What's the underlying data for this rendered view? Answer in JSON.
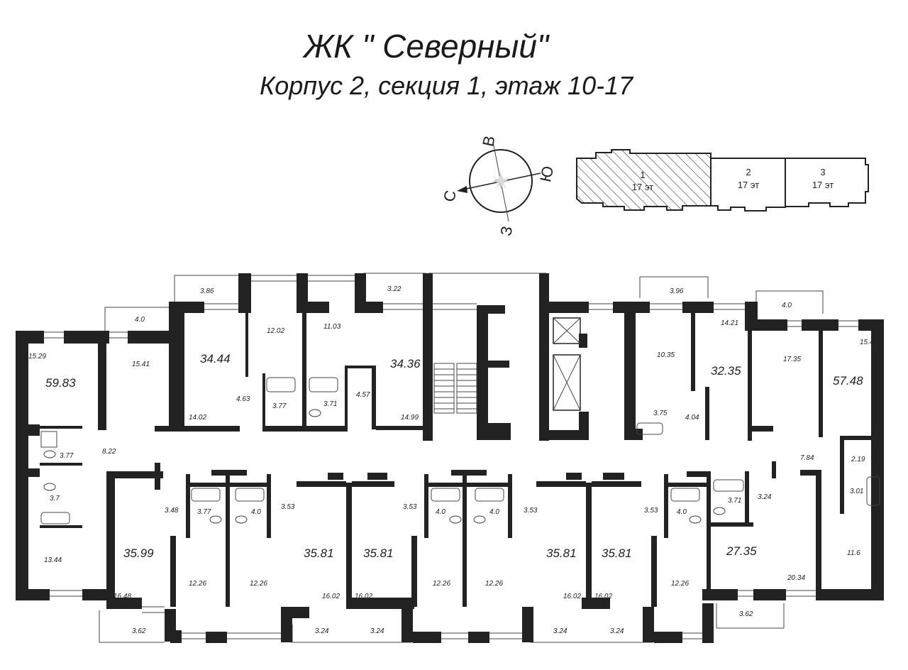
{
  "header": {
    "title": "ЖК \" Северный\"",
    "subtitle": "Корпус 2, секция 1, этаж 10-17"
  },
  "compass": {
    "north": "С",
    "east": "В",
    "south": "Ю",
    "west": "З"
  },
  "key_plan": {
    "sections": [
      {
        "number": "1",
        "floors": "17 эт",
        "highlighted": true
      },
      {
        "number": "2",
        "floors": "17 эт",
        "highlighted": false
      },
      {
        "number": "3",
        "floors": "17 эт",
        "highlighted": false
      }
    ]
  },
  "apartments": [
    {
      "total": "59.83"
    },
    {
      "total": "34.44"
    },
    {
      "total": "34.36"
    },
    {
      "total": "32.35"
    },
    {
      "total": "57.48"
    },
    {
      "total": "35.99"
    },
    {
      "total": "35.81"
    },
    {
      "total": "35.81"
    },
    {
      "total": "35.81"
    },
    {
      "total": "35.81"
    },
    {
      "total": "27.35"
    }
  ],
  "rooms": [
    "3.86",
    "4.0",
    "15.29",
    "15.41",
    "12.02",
    "11.03",
    "3.22",
    "14.02",
    "4.63",
    "3.77",
    "3.71",
    "4.57",
    "14.99",
    "3.96",
    "4.0",
    "10.35",
    "14.21",
    "17.35",
    "15.49",
    "3.75",
    "4.04",
    "3.77",
    "8.22",
    "3.7",
    "13.44",
    "7.84",
    "2.19",
    "3.01",
    "3.48",
    "3.77",
    "4.0",
    "3.53",
    "3.53",
    "4.0",
    "4.0",
    "3.53",
    "3.53",
    "4.0",
    "3.71",
    "3.24",
    "11.6",
    "16.48",
    "12.26",
    "12.26",
    "16.02",
    "16.02",
    "12.26",
    "12.26",
    "16.02",
    "16.02",
    "12.26",
    "20.34",
    "3.62",
    "3.24",
    "3.24",
    "3.24",
    "3.24",
    "3.62"
  ]
}
